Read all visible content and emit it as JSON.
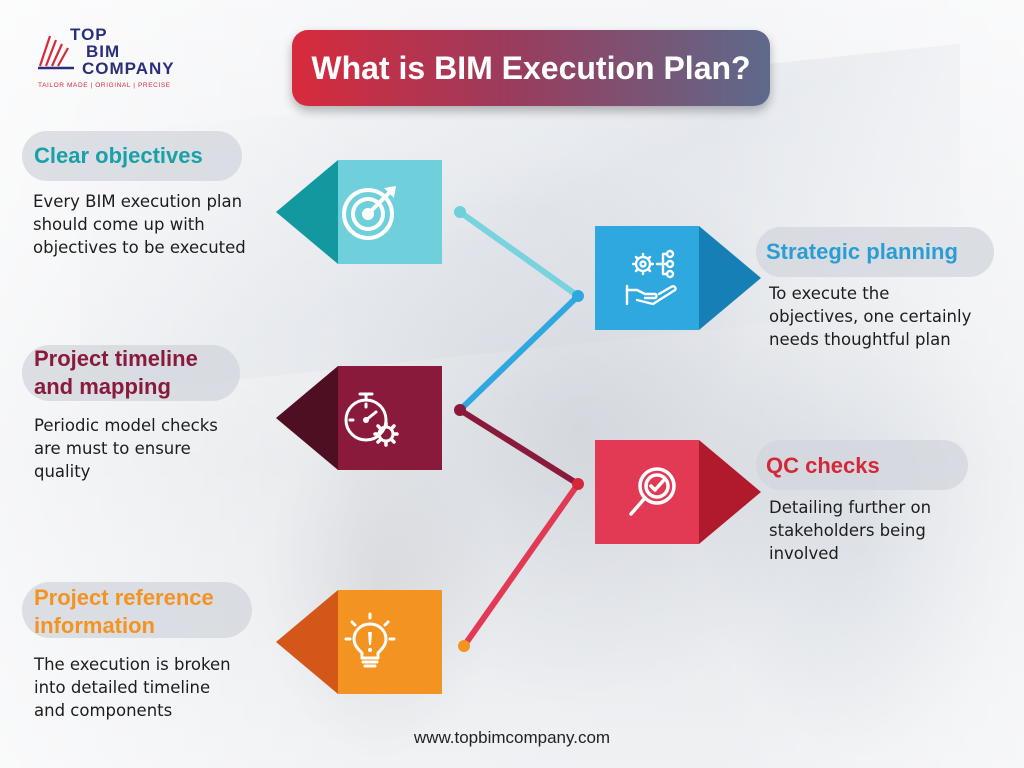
{
  "logo": {
    "line1": "TOP",
    "line2": "BIM",
    "line3": "COMPANY",
    "tagline": "TAILOR MADE | ORIGINAL | PRECISE"
  },
  "title": "What is BIM Execution Plan?",
  "steps": [
    {
      "heading": "Clear objectives",
      "description": [
        "Every BIM execution plan",
        "should come up with",
        "objectives to be executed"
      ],
      "icon": "target-icon",
      "color": "#1aa0a8"
    },
    {
      "heading": "Strategic planning",
      "description": [
        "To execute the",
        "objectives, one certainly",
        "needs thoughtful plan"
      ],
      "icon": "hand-gears-icon",
      "color": "#2a9ed4"
    },
    {
      "heading": [
        "Project timeline",
        "and mapping"
      ],
      "description": [
        "Periodic model checks",
        "are must to ensure",
        "quality"
      ],
      "icon": "stopwatch-gear-icon",
      "color": "#8a1a3c"
    },
    {
      "heading": "QC checks",
      "description": [
        "Detailing further on",
        "stakeholders being",
        "involved"
      ],
      "icon": "magnifier-check-icon",
      "color": "#d42838"
    },
    {
      "heading": [
        "Project reference",
        "information"
      ],
      "description": [
        "The execution is broken",
        "into detailed timeline",
        "and components"
      ],
      "icon": "lightbulb-icon",
      "color": "#f39322"
    }
  ],
  "footer": "www.topbimcompany.com",
  "colors": {
    "teal": "#1aa0a8",
    "blue": "#2a9ed4",
    "maroon": "#8a1a3c",
    "red": "#d42838",
    "orange": "#f39322"
  }
}
